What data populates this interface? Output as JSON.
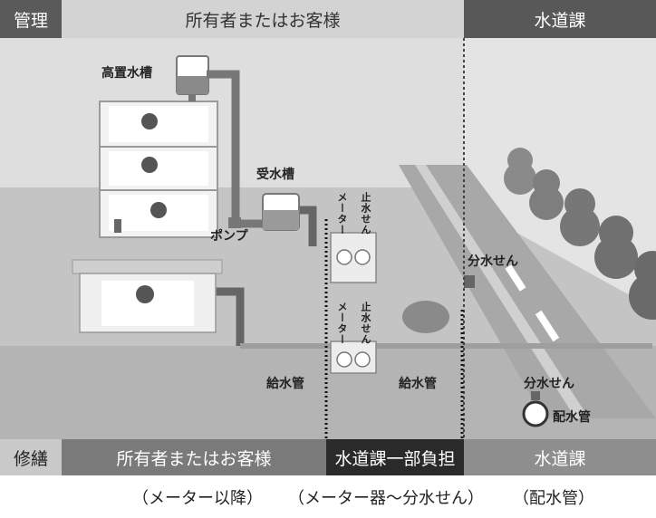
{
  "header": {
    "management_label": "管理",
    "owner_label": "所有者またはお客様",
    "city_label": "水道課"
  },
  "scene": {
    "high_tank": "高置水槽",
    "receiving_tank": "受水槽",
    "pump": "ポンプ",
    "meter_1": "メーター",
    "stop_valve_1": "止水せん",
    "meter_2": "メーター",
    "stop_valve_2": "止水せん",
    "branch_valve_1": "分水せん",
    "supply_pipe_1": "給水管",
    "supply_pipe_2": "給水管",
    "branch_valve_2": "分水せん",
    "distribution_pipe": "配水管"
  },
  "footer": {
    "repair_label": "修繕",
    "owner_label": "所有者またはお客様",
    "shared_label": "水道課一部負担",
    "city_label": "水道課"
  },
  "notes": {
    "owner_note": "（メーター以降）",
    "shared_note": "（メーター器～分水せん）",
    "city_note": "（配水管）"
  }
}
